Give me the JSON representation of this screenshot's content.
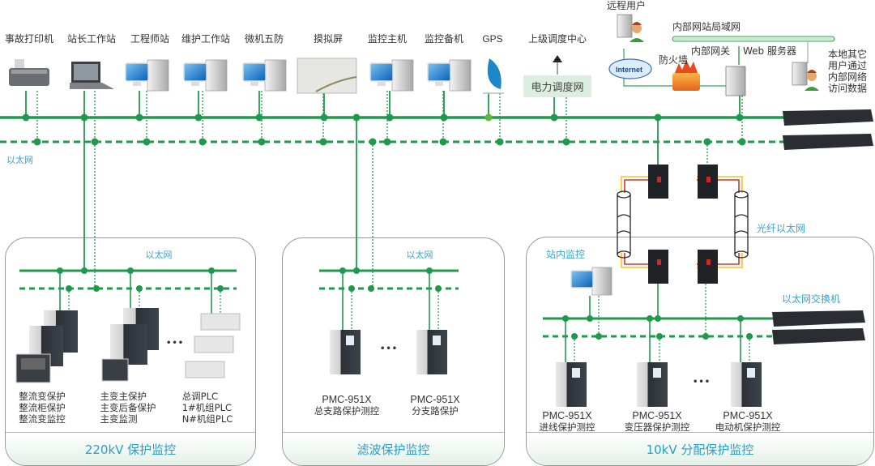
{
  "colors": {
    "bus_green": "#1f9a4c",
    "label_blue": "#3aa3cf",
    "panel_border": "#9a9a9a",
    "dispatch_bg": "#dbeedf"
  },
  "top_devices": [
    {
      "label": "事故打印机",
      "icon": "printer-icon"
    },
    {
      "label": "站长工作站",
      "icon": "laptop-icon"
    },
    {
      "label": "工程师站",
      "icon": "workstation-icon"
    },
    {
      "label": "维护工作站",
      "icon": "workstation-icon"
    },
    {
      "label": "微机五防",
      "icon": "workstation-icon"
    },
    {
      "label": "摸拟屏",
      "icon": "mimic-screen-icon"
    },
    {
      "label": "监控主机",
      "icon": "workstation-icon"
    },
    {
      "label": "监控备机",
      "icon": "workstation-icon"
    },
    {
      "label": "GPS",
      "icon": "satellite-dish-icon"
    },
    {
      "label": "上级调度中心",
      "icon": "arrow-up-icon"
    }
  ],
  "dispatch_network": "电力调度网",
  "top_network_label": "以太网",
  "remote": {
    "remote_user": "远程用户",
    "internet": "Internet",
    "firewall": "防火墙",
    "intranet_lan": "内部网站局域网",
    "internal_gateway": "内部网关",
    "web_server": "Web 服务器",
    "local_users": [
      "本地其它",
      "用户通过",
      "内部网络",
      "访问数据"
    ]
  },
  "fiber_label": "光纤以太网",
  "panels": {
    "p220": {
      "title": "220kV 保护监控",
      "network_label": "以太网",
      "groups": [
        {
          "lines": [
            "整流变保护",
            "整流柜保护",
            "整流变监控"
          ]
        },
        {
          "lines": [
            "主变主保护",
            "主变后备保护",
            "主变监测"
          ]
        },
        {
          "lines": [
            "总调PLC",
            "1#机组PLC",
            "N#机组PLC"
          ]
        }
      ],
      "ellipsis": "•••"
    },
    "filter": {
      "title": "滤波保护监控",
      "network_label": "以太网",
      "devices": [
        {
          "model": "PMC-951X",
          "desc": "总支路保护测控"
        },
        {
          "model": "PMC-951X",
          "desc": "分支路保护"
        }
      ],
      "ellipsis": "•••"
    },
    "p10": {
      "title": "10kV 分配保护监控",
      "station_monitor": "站内监控",
      "switch_label": "以太网交换机",
      "devices": [
        {
          "model": "PMC-951X",
          "desc": "进线保护测控"
        },
        {
          "model": "PMC-951X",
          "desc": "变压器保护测控"
        },
        {
          "model": "PMC-951X",
          "desc": "电动机保护测控"
        }
      ],
      "ellipsis": "•••"
    }
  }
}
